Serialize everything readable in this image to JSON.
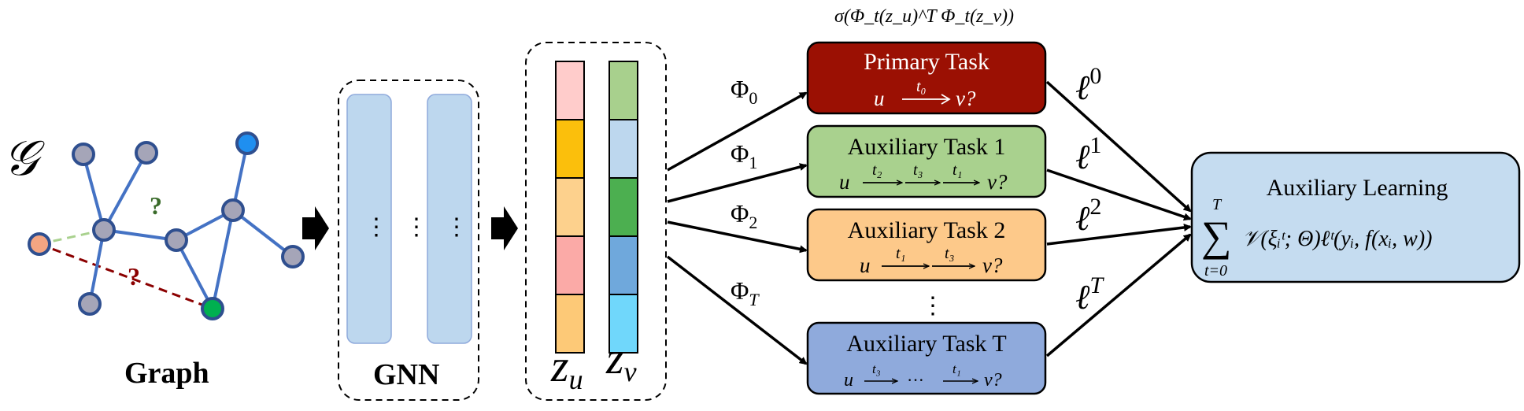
{
  "graph": {
    "symbol": "𝒢",
    "label": "Graph",
    "question_green": "?",
    "question_red": "?"
  },
  "gnn": {
    "label": "GNN",
    "dots_left": "⋮",
    "dots_middle": "⋮",
    "dots_right": "⋮"
  },
  "embeddings": {
    "zu_label": "z",
    "zu_sub": "u",
    "zv_label": "z",
    "zv_sub": "v",
    "zu_colors": [
      "#ffcccb",
      "#fbbf0c",
      "#fdd18d",
      "#fbaaa7",
      "#fdc977"
    ],
    "zv_colors": [
      "#a8d08d",
      "#bdd7ee",
      "#4caf50",
      "#6fa8dc",
      "#70d7fb"
    ]
  },
  "header_formula": "σ(Φ_t(z_u)^T Φ_t(z_v))",
  "projections": {
    "phi0": "Φ",
    "phi0_sub": "0",
    "phi1": "Φ",
    "phi1_sub": "1",
    "phi2": "Φ",
    "phi2_sub": "2",
    "phiT": "Φ",
    "phiT_sub": "T"
  },
  "tasks": {
    "primary": {
      "title": "Primary Task",
      "u": "u",
      "v": "v?",
      "t": "t₀",
      "color": "#9b1003"
    },
    "aux1": {
      "title": "Auxiliary Task 1",
      "u": "u",
      "v": "v?",
      "t1": "t₂",
      "t2": "t₃",
      "t3": "t₁",
      "color": "#a9d18e"
    },
    "aux2": {
      "title": "Auxiliary Task 2",
      "u": "u",
      "v": "v?",
      "t1": "t₁",
      "t2": "t₃",
      "color": "#fdc98a"
    },
    "auxT": {
      "title": "Auxiliary Task T",
      "u": "u",
      "v": "v?",
      "t1": "t₃",
      "dots": "···",
      "t2": "t₁",
      "color": "#8faadc"
    },
    "vdots": "⋮"
  },
  "losses": {
    "l0": "ℓ",
    "l0_sup": "0",
    "l1": "ℓ",
    "l1_sup": "1",
    "l2": "ℓ",
    "l2_sup": "2",
    "lT": "ℓ",
    "lT_sup": "T"
  },
  "aux_learning": {
    "title": "Auxiliary Learning",
    "sum_upper": "T",
    "sum_lower": "t=0",
    "formula": "𝒱(ξᵢᵗ; Θ)ℓᵗ(yᵢ, f(xᵢ, w))",
    "color": "#c5dcf0"
  }
}
